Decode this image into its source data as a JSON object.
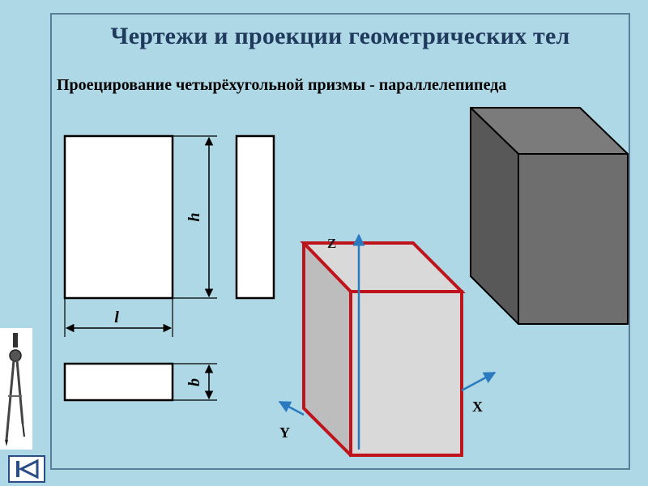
{
  "slide": {
    "title": "Чертежи и проекции геометрических тел",
    "subtitle": "Проецирование четырёхугольной призмы - параллелепипеда"
  },
  "drawing": {
    "dims": {
      "h": "h",
      "l": "l",
      "b": "b"
    },
    "axes": {
      "z": "Z",
      "x": "X",
      "y": "Y"
    }
  },
  "colors": {
    "background": "#aed8e6",
    "title": "#1f3a5c",
    "prism_edge": "#c0141c",
    "prism_face_front": "#d9d9d9",
    "prism_face_side": "#bdbdbd",
    "axis": "#2a7abf",
    "solid_face_front": "#6e6e6e",
    "solid_face_side": "#585858",
    "solid_face_top": "#7b7b7b"
  },
  "icons": [
    "drafting-compass-icon",
    "back-arrow-icon"
  ]
}
